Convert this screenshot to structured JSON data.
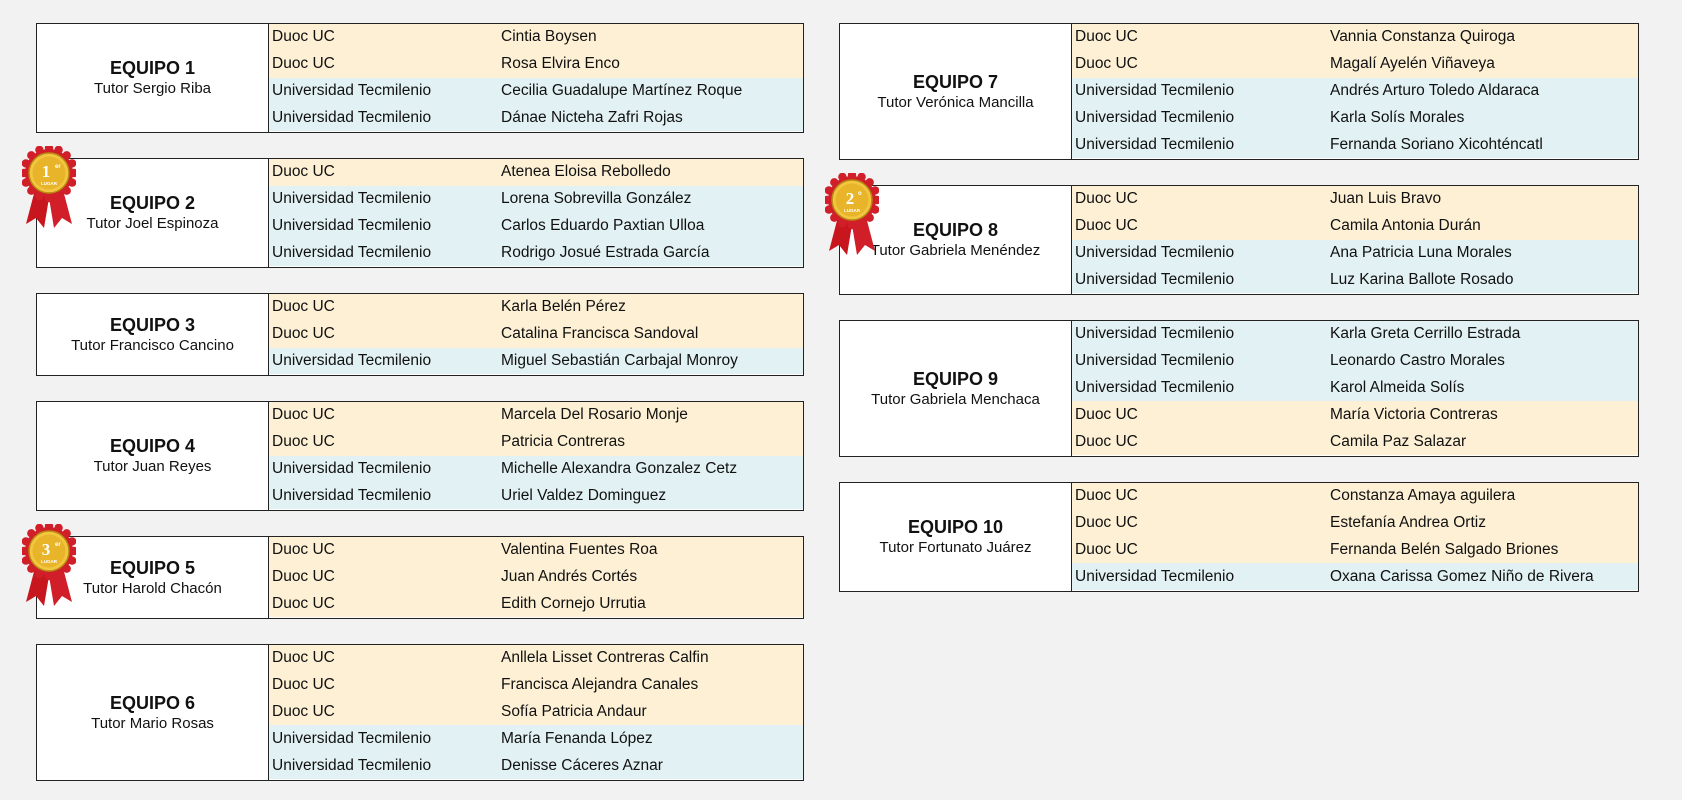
{
  "colors": {
    "duoc_bg": "#fdf0d4",
    "tecmilenio_bg": "#e2f1f3",
    "gold": "#e6b422",
    "ribbon": "#d11f2a"
  },
  "teams_left": [
    {
      "name": "EQUIPO 1",
      "tutor": "Tutor Sergio Riba",
      "members": [
        {
          "uni": "Duoc UC",
          "name": "Cintia Boysen",
          "kind": "duoc"
        },
        {
          "uni": "Duoc UC",
          "name": "Rosa Elvira Enco",
          "kind": "duoc"
        },
        {
          "uni": "Universidad Tecmilenio",
          "name": "Cecilia Guadalupe Martínez Roque",
          "kind": "tec"
        },
        {
          "uni": "Universidad Tecmilenio",
          "name": "Dánae Nicteha Zafri Rojas",
          "kind": "tec"
        }
      ]
    },
    {
      "name": "EQUIPO 2",
      "tutor": "Tutor Joel Espinoza",
      "medal": {
        "number": "1",
        "suffix": "er",
        "label": "LUGAR"
      },
      "members": [
        {
          "uni": "Duoc UC",
          "name": "Atenea Eloisa Rebolledo",
          "kind": "duoc"
        },
        {
          "uni": "Universidad Tecmilenio",
          "name": "Lorena Sobrevilla González",
          "kind": "tec"
        },
        {
          "uni": "Universidad Tecmilenio",
          "name": "Carlos Eduardo Paxtian Ulloa",
          "kind": "tec"
        },
        {
          "uni": "Universidad Tecmilenio",
          "name": "Rodrigo Josué Estrada García",
          "kind": "tec"
        }
      ]
    },
    {
      "name": "EQUIPO 3",
      "tutor": "Tutor Francisco Cancino",
      "members": [
        {
          "uni": "Duoc UC",
          "name": "Karla Belén Pérez",
          "kind": "duoc"
        },
        {
          "uni": "Duoc UC",
          "name": "Catalina Francisca Sandoval",
          "kind": "duoc"
        },
        {
          "uni": "Universidad Tecmilenio",
          "name": "Miguel Sebastián Carbajal Monroy",
          "kind": "tec"
        }
      ]
    },
    {
      "name": "EQUIPO 4",
      "tutor": "Tutor Juan Reyes",
      "members": [
        {
          "uni": "Duoc UC",
          "name": "Marcela Del Rosario Monje",
          "kind": "duoc"
        },
        {
          "uni": "Duoc UC",
          "name": "Patricia Contreras",
          "kind": "duoc"
        },
        {
          "uni": "Universidad Tecmilenio",
          "name": "Michelle Alexandra Gonzalez Cetz",
          "kind": "tec"
        },
        {
          "uni": "Universidad Tecmilenio",
          "name": "Uriel Valdez Dominguez",
          "kind": "tec"
        }
      ]
    },
    {
      "name": "EQUIPO 5",
      "tutor": "Tutor Harold Chacón",
      "medal": {
        "number": "3",
        "suffix": "er",
        "label": "LUGAR"
      },
      "members": [
        {
          "uni": "Duoc UC",
          "name": "Valentina Fuentes Roa",
          "kind": "duoc"
        },
        {
          "uni": "Duoc UC",
          "name": "Juan Andrés Cortés",
          "kind": "duoc"
        },
        {
          "uni": "Duoc UC",
          "name": "Edith Cornejo Urrutia",
          "kind": "duoc"
        }
      ]
    },
    {
      "name": "EQUIPO 6",
      "tutor": "Tutor Mario Rosas",
      "members": [
        {
          "uni": "Duoc UC",
          "name": "Anllela Lisset Contreras Calfin",
          "kind": "duoc"
        },
        {
          "uni": "Duoc UC",
          "name": "Francisca Alejandra Canales",
          "kind": "duoc"
        },
        {
          "uni": "Duoc UC",
          "name": "Sofía Patricia Andaur",
          "kind": "duoc"
        },
        {
          "uni": "Universidad Tecmilenio",
          "name": "María Fenanda López",
          "kind": "tec"
        },
        {
          "uni": "Universidad Tecmilenio",
          "name": "Denisse Cáceres Aznar",
          "kind": "tec"
        }
      ]
    }
  ],
  "teams_right": [
    {
      "name": "EQUIPO 7",
      "tutor": "Tutor Verónica Mancilla",
      "members": [
        {
          "uni": "Duoc UC",
          "name": "Vannia Constanza Quiroga",
          "kind": "duoc"
        },
        {
          "uni": "Duoc UC",
          "name": "Magalí Ayelén Viñaveya",
          "kind": "duoc"
        },
        {
          "uni": "Universidad Tecmilenio",
          "name": "Andrés Arturo Toledo Aldaraca",
          "kind": "tec"
        },
        {
          "uni": "Universidad Tecmilenio",
          "name": "Karla Solís Morales",
          "kind": "tec"
        },
        {
          "uni": "Universidad Tecmilenio",
          "name": "Fernanda Soriano Xicohténcatl",
          "kind": "tec"
        }
      ]
    },
    {
      "name": "EQUIPO 8",
      "tutor": "Tutor Gabriela Menéndez",
      "medal": {
        "number": "2",
        "suffix": "o",
        "label": "LUGAR"
      },
      "members": [
        {
          "uni": "Duoc UC",
          "name": "Juan Luis Bravo",
          "kind": "duoc"
        },
        {
          "uni": "Duoc UC",
          "name": "Camila Antonia Durán",
          "kind": "duoc"
        },
        {
          "uni": "Universidad Tecmilenio",
          "name": "Ana Patricia Luna Morales",
          "kind": "tec"
        },
        {
          "uni": "Universidad Tecmilenio",
          "name": "Luz Karina Ballote Rosado",
          "kind": "tec"
        }
      ]
    },
    {
      "name": "EQUIPO 9",
      "tutor": "Tutor Gabriela Menchaca",
      "members": [
        {
          "uni": "Universidad Tecmilenio",
          "name": "Karla Greta Cerrillo Estrada",
          "kind": "tec"
        },
        {
          "uni": "Universidad Tecmilenio",
          "name": "Leonardo Castro Morales",
          "kind": "tec"
        },
        {
          "uni": "Universidad Tecmilenio",
          "name": "Karol Almeida Solís",
          "kind": "tec"
        },
        {
          "uni": "Duoc UC",
          "name": "María Victoria  Contreras",
          "kind": "duoc"
        },
        {
          "uni": "Duoc UC",
          "name": "Camila Paz Salazar",
          "kind": "duoc"
        }
      ]
    },
    {
      "name": "EQUIPO 10",
      "tutor": "Tutor Fortunato Juárez",
      "members": [
        {
          "uni": "Duoc UC",
          "name": "Constanza Amaya aguilera",
          "kind": "duoc"
        },
        {
          "uni": "Duoc UC",
          "name": "Estefanía Andrea Ortiz",
          "kind": "duoc"
        },
        {
          "uni": "Duoc UC",
          "name": "Fernanda Belén Salgado Briones",
          "kind": "duoc"
        },
        {
          "uni": "Universidad Tecmilenio",
          "name": "Oxana Carissa Gomez Niño de Rivera",
          "kind": "tec"
        }
      ]
    }
  ]
}
